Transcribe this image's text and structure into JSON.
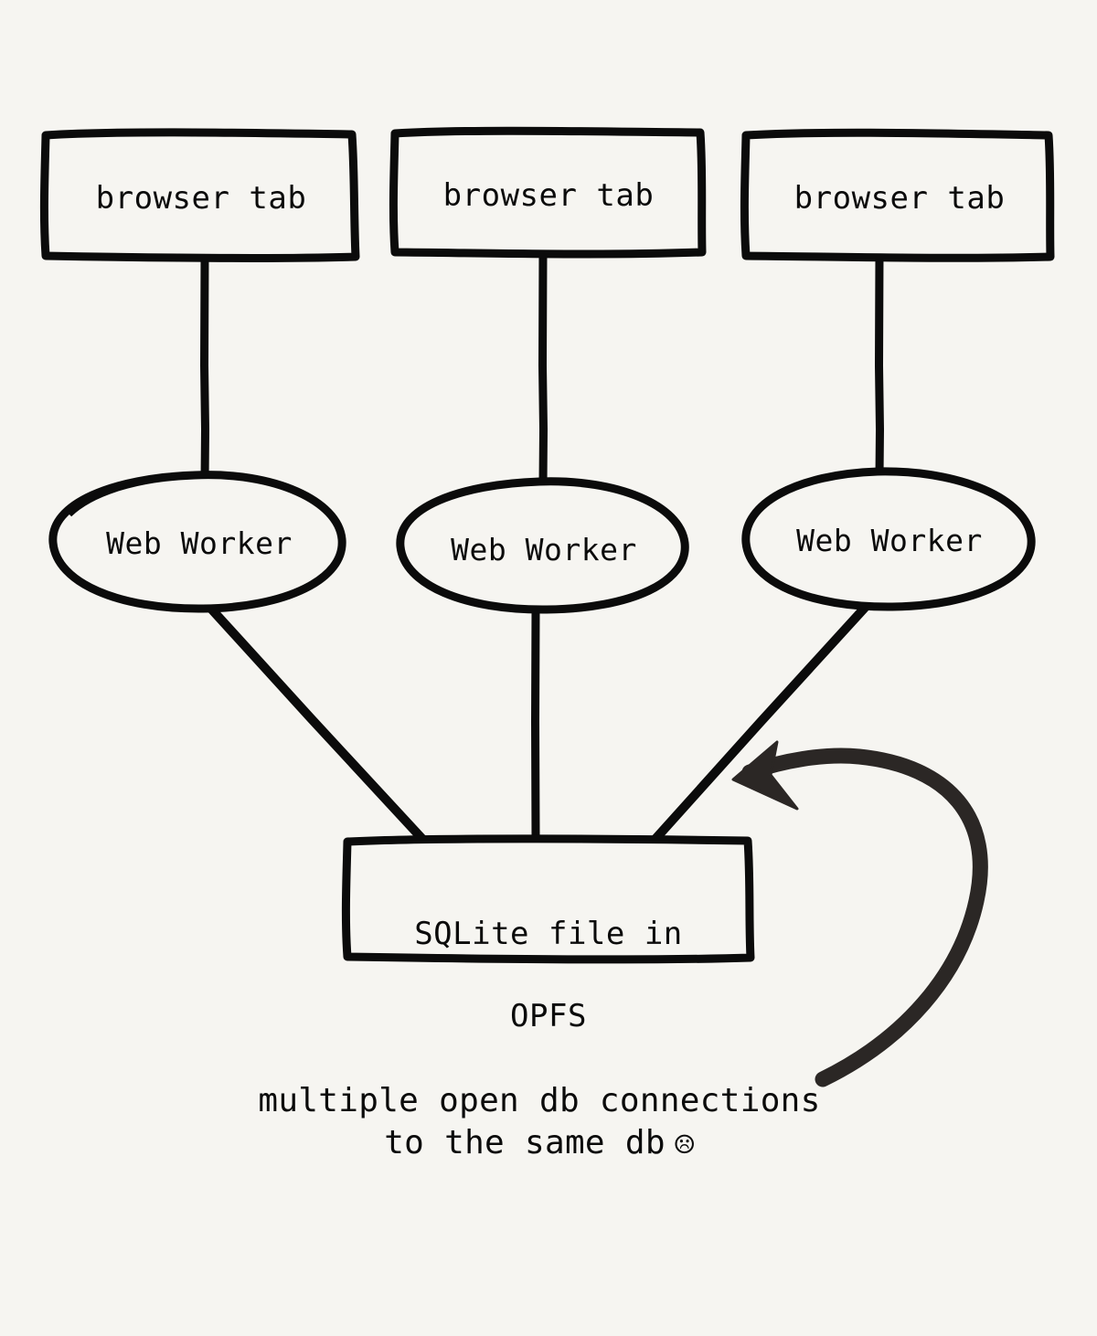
{
  "diagram": {
    "background_color": "#f6f5f1",
    "stroke_color": "#0b0b0b",
    "arrow_color": "#2b2725",
    "title": "multiple open db connections to the same db",
    "nodes": {
      "tabs": [
        {
          "id": "tab-1",
          "label": "browser tab",
          "shape": "rectangle"
        },
        {
          "id": "tab-2",
          "label": "browser tab",
          "shape": "rectangle"
        },
        {
          "id": "tab-3",
          "label": "browser tab",
          "shape": "rectangle"
        }
      ],
      "workers": [
        {
          "id": "worker-1",
          "label": "Web Worker",
          "shape": "ellipse"
        },
        {
          "id": "worker-2",
          "label": "Web Worker",
          "shape": "ellipse"
        },
        {
          "id": "worker-3",
          "label": "Web Worker",
          "shape": "ellipse"
        }
      ],
      "store": {
        "id": "sqlite-opfs",
        "label_line_1": "SQLite file in",
        "label_line_2": "OPFS",
        "shape": "rectangle"
      }
    },
    "edges": [
      {
        "from": "tab-1",
        "to": "worker-1",
        "style": "straight"
      },
      {
        "from": "tab-2",
        "to": "worker-2",
        "style": "straight"
      },
      {
        "from": "tab-3",
        "to": "worker-3",
        "style": "straight"
      },
      {
        "from": "worker-1",
        "to": "sqlite-opfs",
        "style": "straight"
      },
      {
        "from": "worker-2",
        "to": "sqlite-opfs",
        "style": "straight"
      },
      {
        "from": "worker-3",
        "to": "sqlite-opfs",
        "style": "straight"
      }
    ],
    "annotation": {
      "line_1": "multiple open db connections",
      "line_2": "to the same db",
      "emoji": "☹",
      "emoji_name": "frowning-face",
      "arrow": {
        "name": "curved-annotation-arrow",
        "points_to": "worker-3-to-sqlite-edge",
        "direction": "left"
      }
    }
  }
}
